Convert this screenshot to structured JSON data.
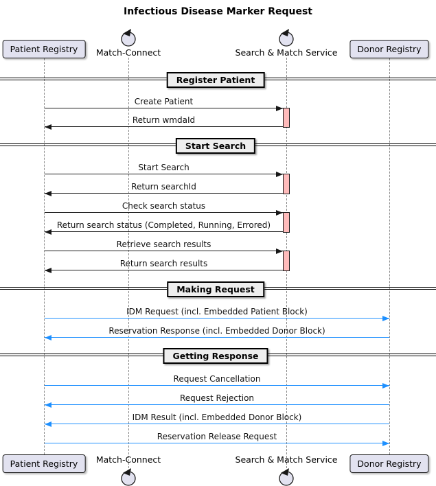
{
  "title": "Infectious Disease Marker Request",
  "colors": {
    "participant_fill": "#E2E2F0",
    "participant_border": "#181818",
    "divider_fill": "#EEEEEE",
    "activation_fill": "#FFBBBB",
    "message_black": "#181818",
    "message_blue": "#1E90FF",
    "lifeline": "#888888"
  },
  "participants": [
    {
      "label": "Patient Registry",
      "type": "box"
    },
    {
      "label": "Match-Connect",
      "type": "control"
    },
    {
      "label": "Search & Match Service",
      "type": "control"
    },
    {
      "label": "Donor Registry",
      "type": "box"
    }
  ],
  "sections": [
    {
      "label": "Register Patient"
    },
    {
      "label": "Start Search"
    },
    {
      "label": "Making Request"
    },
    {
      "label": "Getting Response"
    }
  ],
  "messages": [
    {
      "label": "Create Patient",
      "from": "Patient Registry",
      "to": "Search & Match Service",
      "direction": "right",
      "color": "black"
    },
    {
      "label": "Return wmdaId",
      "from": "Search & Match Service",
      "to": "Patient Registry",
      "direction": "left",
      "color": "black"
    },
    {
      "label": "Start Search",
      "from": "Patient Registry",
      "to": "Search & Match Service",
      "direction": "right",
      "color": "black"
    },
    {
      "label": "Return searchId",
      "from": "Search & Match Service",
      "to": "Patient Registry",
      "direction": "left",
      "color": "black"
    },
    {
      "label": "Check search status",
      "from": "Patient Registry",
      "to": "Search & Match Service",
      "direction": "right",
      "color": "black"
    },
    {
      "label": "Return search status (Completed, Running, Errored)",
      "from": "Search & Match Service",
      "to": "Patient Registry",
      "direction": "left",
      "color": "black"
    },
    {
      "label": "Retrieve search results",
      "from": "Patient Registry",
      "to": "Search & Match Service",
      "direction": "right",
      "color": "black"
    },
    {
      "label": "Return search results",
      "from": "Search & Match Service",
      "to": "Patient Registry",
      "direction": "left",
      "color": "black"
    },
    {
      "label": "IDM Request (incl. Embedded Patient Block)",
      "from": "Patient Registry",
      "to": "Donor Registry",
      "direction": "right",
      "color": "blue"
    },
    {
      "label": "Reservation Response (incl. Embedded Donor Block)",
      "from": "Donor Registry",
      "to": "Patient Registry",
      "direction": "left",
      "color": "blue"
    },
    {
      "label": "Request Cancellation",
      "from": "Patient Registry",
      "to": "Donor Registry",
      "direction": "right",
      "color": "blue"
    },
    {
      "label": "Request Rejection",
      "from": "Donor Registry",
      "to": "Patient Registry",
      "direction": "left",
      "color": "blue"
    },
    {
      "label": "IDM Result (incl. Embedded Donor Block)",
      "from": "Donor Registry",
      "to": "Patient Registry",
      "direction": "left",
      "color": "blue"
    },
    {
      "label": "Reservation Release Request",
      "from": "Patient Registry",
      "to": "Donor Registry",
      "direction": "right",
      "color": "blue"
    }
  ]
}
